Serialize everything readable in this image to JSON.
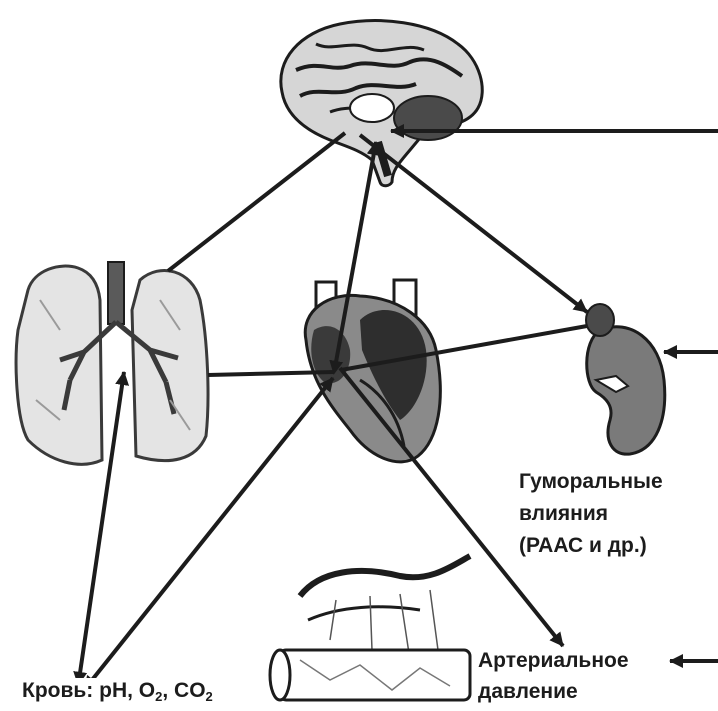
{
  "diagram": {
    "labels": {
      "humoral": {
        "line1": "Гуморальные",
        "line2": "влияния",
        "line3": "(РААС и др.)"
      },
      "pressure": {
        "line1": "Артериальное",
        "line2": "давление"
      },
      "blood": {
        "prefix": "Кровь: pH, O",
        "sub1": "2",
        "mid": ", CO",
        "sub2": "2"
      }
    },
    "illustrations": [
      "brain-icon",
      "lungs-icon",
      "heart-icon",
      "kidney-icon",
      "blood-vessel-icon"
    ],
    "colors": {
      "ink": "#1c1c1c",
      "organ_shade": "#7a7a7a",
      "organ_light": "#cfcfcf"
    }
  }
}
